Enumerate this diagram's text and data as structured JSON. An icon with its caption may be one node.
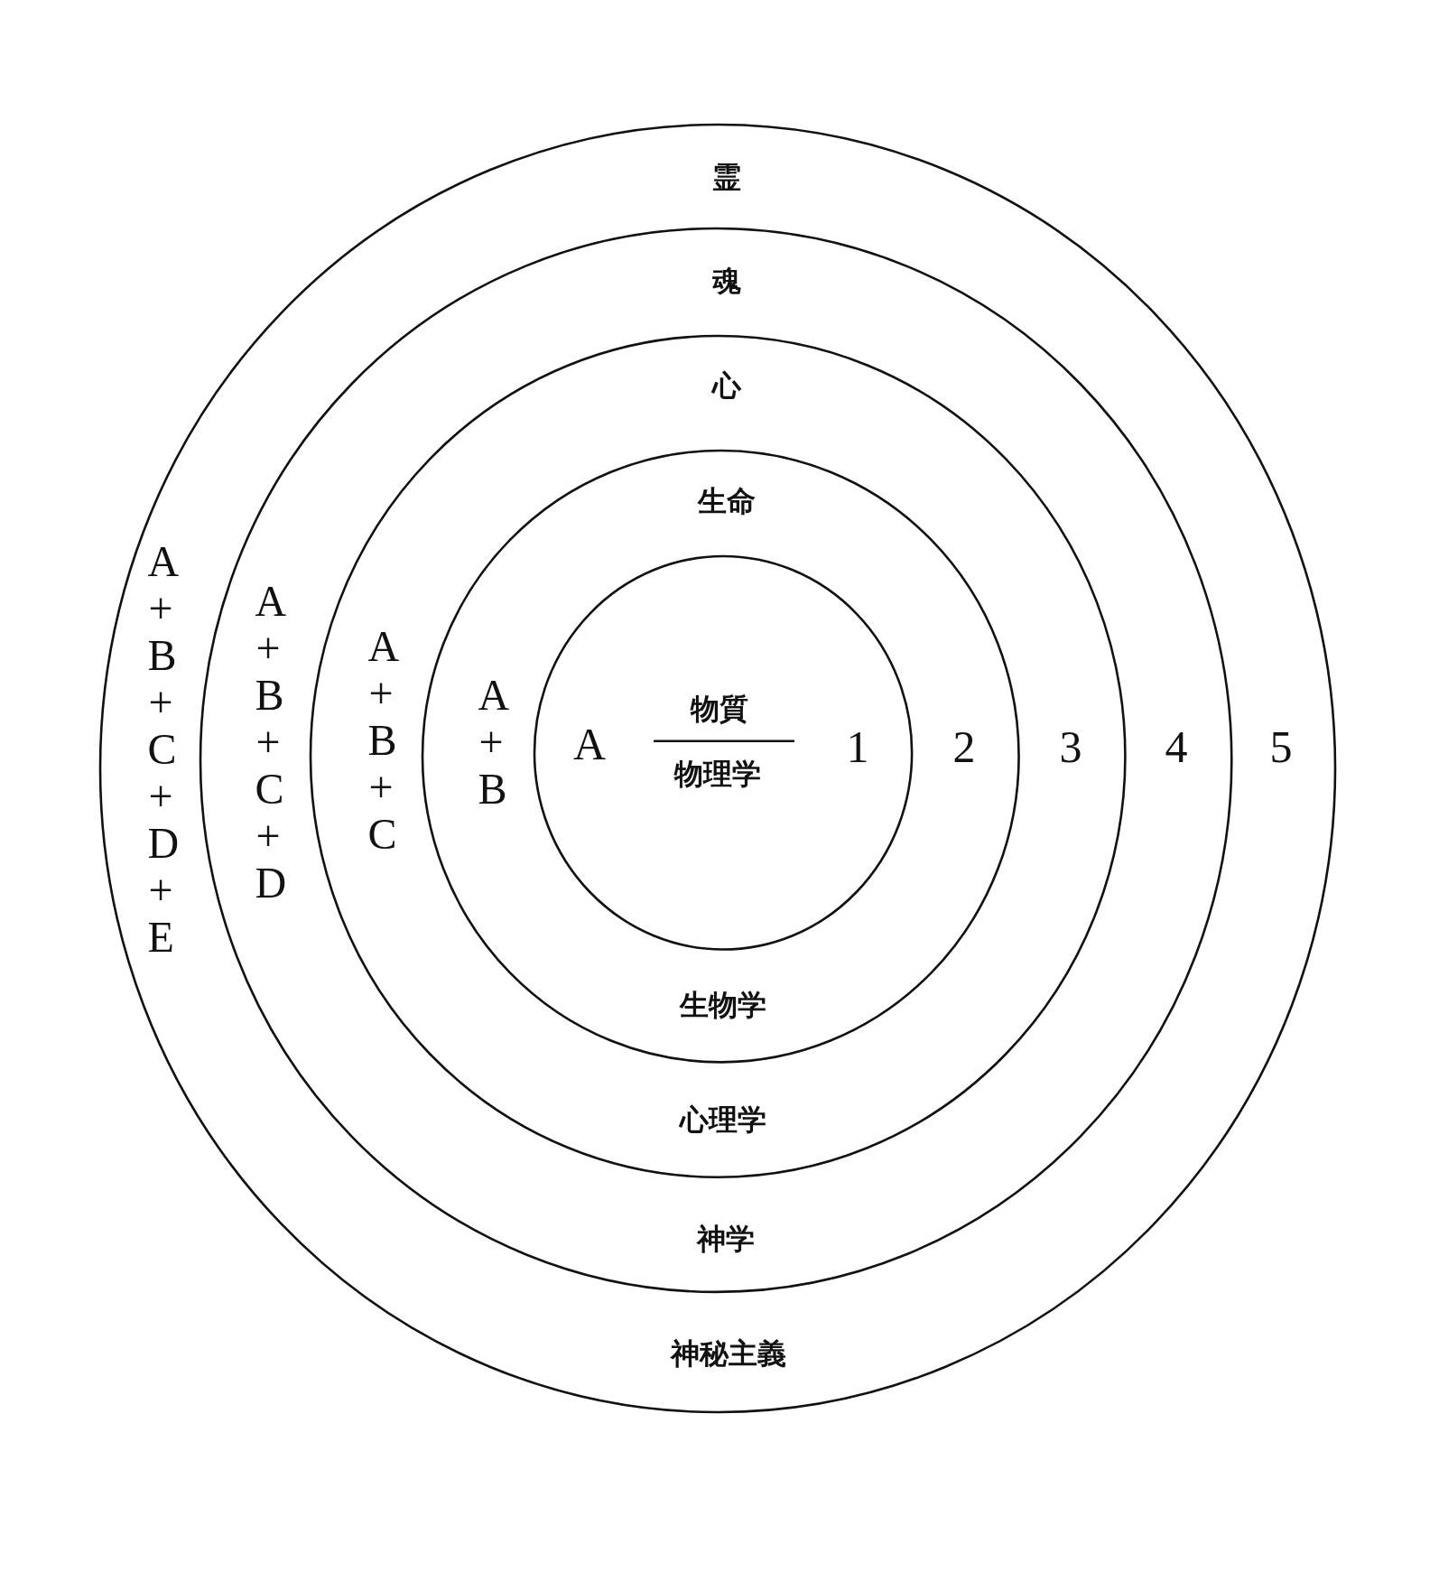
{
  "diagram": {
    "nodes": [
      {
        "text": [
          "霊",
          "A + B + C + D + E",
          "5",
          "神秘主義"
        ]
      },
      {
        "text": [
          "魂",
          "A + B + C + D",
          "4",
          "神学"
        ],
        "in": 0
      },
      {
        "text": [
          "心",
          "A + B + C",
          "3",
          "心理学"
        ],
        "in": 1
      },
      {
        "text": [
          "生命",
          "A + B",
          "2",
          "生物学"
        ],
        "in": 2
      },
      {
        "text": [
          "物質",
          "物理学",
          "A",
          "1"
        ],
        "in": 3
      }
    ],
    "edges": []
  }
}
